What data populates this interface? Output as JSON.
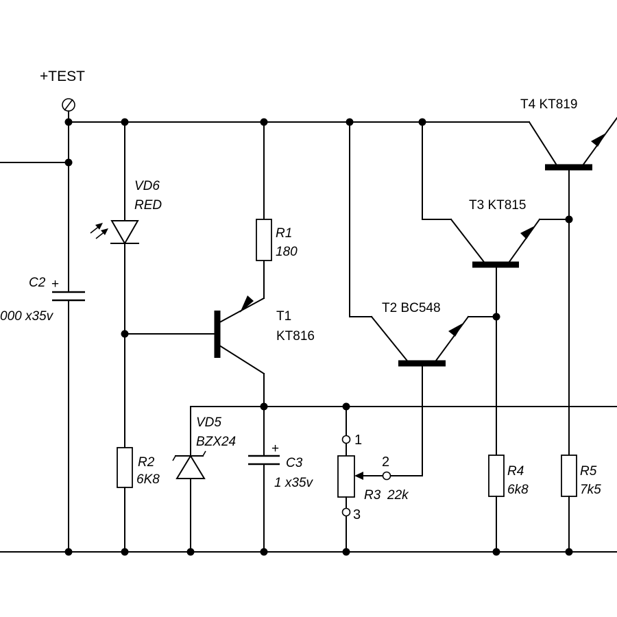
{
  "test_point": {
    "label": "+TEST"
  },
  "components": {
    "c2": {
      "ref": "C2",
      "value": "000 x35v",
      "polarity": "+"
    },
    "vd6": {
      "ref": "VD6",
      "value": "RED"
    },
    "r1": {
      "ref": "R1",
      "value": "180"
    },
    "t1": {
      "ref": "T1",
      "value": "KT816"
    },
    "t2": {
      "label": "T2  BC548"
    },
    "t3": {
      "label": "T3  KT815"
    },
    "t4": {
      "label": "T4  KT819"
    },
    "vd5": {
      "ref": "VD5",
      "value": "BZX24"
    },
    "c3": {
      "ref": "C3",
      "value": "1 x35v",
      "polarity": "+"
    },
    "r2": {
      "ref": "R2",
      "value": "6K8"
    },
    "r3": {
      "ref": "R3",
      "value": "22k",
      "pins": [
        "1",
        "2",
        "3"
      ]
    },
    "r4": {
      "ref": "R4",
      "value": "6k8"
    },
    "r5": {
      "ref": "R5",
      "value": "7k5"
    }
  }
}
